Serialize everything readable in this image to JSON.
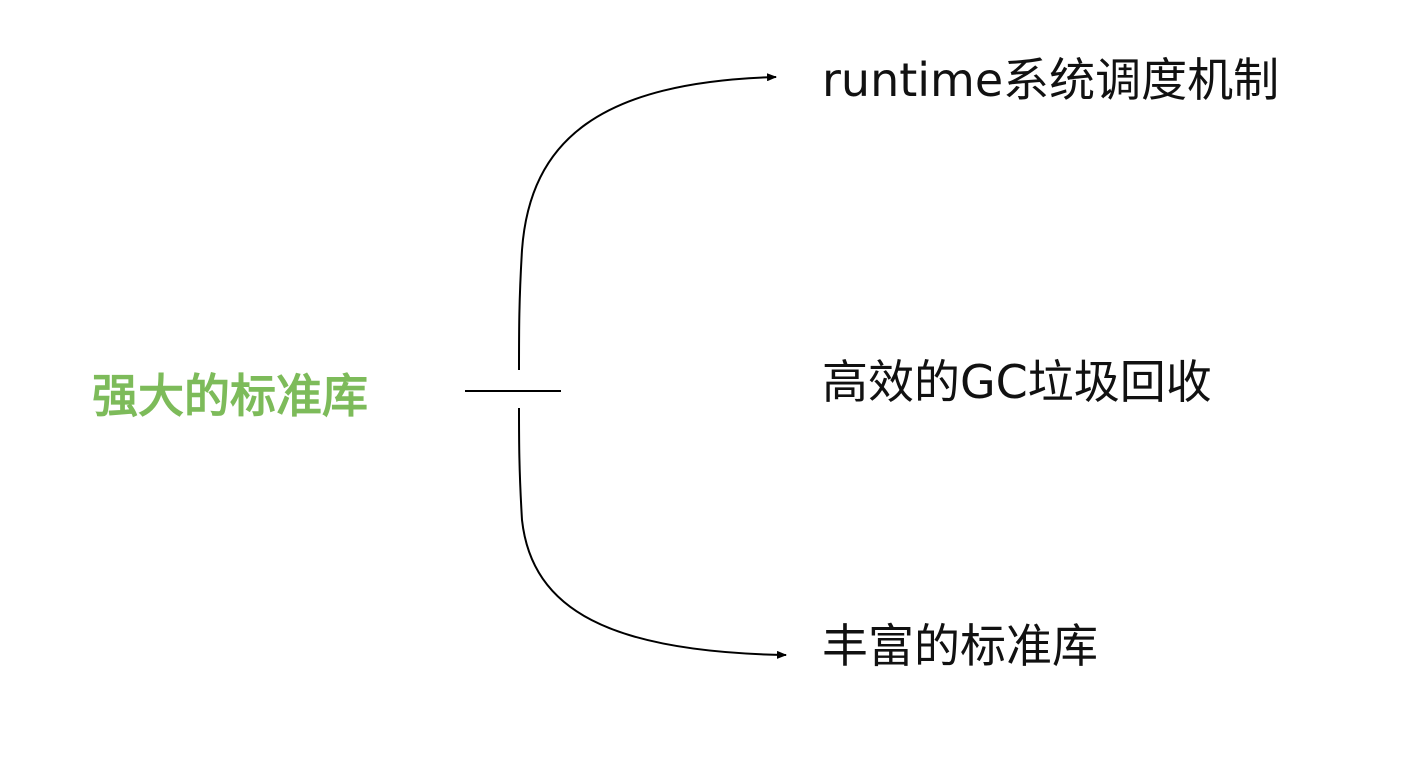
{
  "colors": {
    "root_text": "#7dbb5a",
    "text": "#111111",
    "line": "#000000"
  },
  "root": {
    "label": "强大的标准库"
  },
  "branches": [
    {
      "label": "runtime系统调度机制"
    },
    {
      "label": "高效的GC垃圾回收"
    },
    {
      "label": "丰富的标准库"
    }
  ]
}
